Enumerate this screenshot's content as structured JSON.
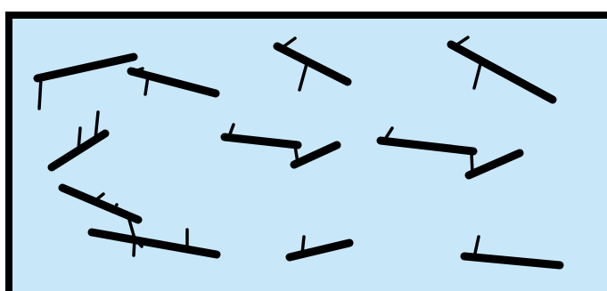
{
  "diagram": {
    "colors": {
      "background": "#c8e8fa",
      "border": "#000000",
      "stroke": "#000000",
      "page": "#ffffff"
    },
    "fibers": [
      {
        "name": "fiber-1"
      },
      {
        "name": "fiber-2"
      },
      {
        "name": "fiber-3"
      },
      {
        "name": "fiber-4"
      },
      {
        "name": "fiber-5"
      },
      {
        "name": "fiber-6"
      },
      {
        "name": "fiber-7"
      },
      {
        "name": "fiber-8"
      },
      {
        "name": "fiber-9"
      },
      {
        "name": "fiber-10"
      },
      {
        "name": "fiber-11"
      },
      {
        "name": "fiber-12"
      },
      {
        "name": "fiber-13"
      },
      {
        "name": "fiber-14"
      },
      {
        "name": "fiber-15"
      },
      {
        "name": "fiber-16"
      }
    ]
  }
}
